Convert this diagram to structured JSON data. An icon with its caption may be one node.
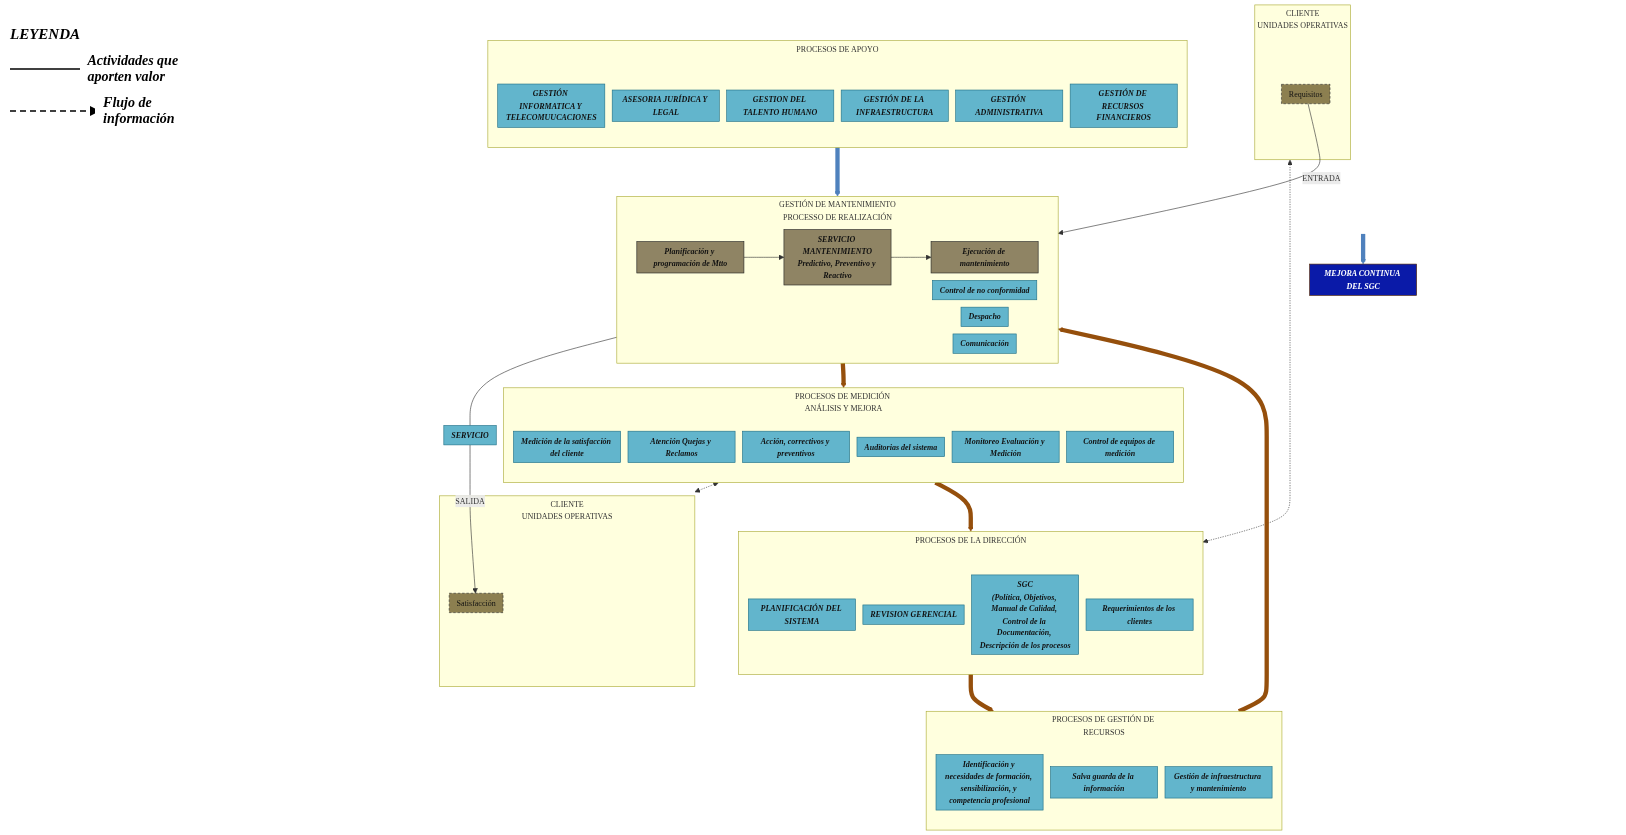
{
  "diagram": {
    "nodes": [
      {
        "text": [
          "CLIENTE",
          "UNIDADES OPERATIVAS"
        ]
      },
      {
        "text": [
          "Requisitos"
        ],
        "in": 0
      },
      {
        "text": [
          "MEJORA CONTINUA DEL SGC"
        ]
      },
      {
        "text": [
          "PROCESOS DE LA DIRECCIÓN"
        ]
      },
      {
        "text": [
          "PLANIFICACIÓN DEL SISTEMA"
        ],
        "in": 3
      },
      {
        "text": [
          "REVISION GERENCIAL"
        ],
        "in": 3
      },
      {
        "text": [
          "SGC",
          "(Política, Objetivos, Manual de Calidad, Control de la Documentación, Descripción de los procesos"
        ],
        "in": 3
      },
      {
        "text": [
          "Requerimientos de los clientes"
        ],
        "in": 3
      },
      {
        "text": [
          "PROCESOS DE GESTIÓN DE RECURSOS"
        ]
      },
      {
        "text": [
          "Identificación y necesidades de formación, sensibilización, y competencia profesional"
        ],
        "in": 8
      },
      {
        "text": [
          "Salva guarda de la información"
        ],
        "in": 8
      },
      {
        "text": [
          "Gestión de infraestructura y mantenimiento"
        ],
        "in": 8
      },
      {
        "text": [
          "PROCESOS DE MEDICIÓN ANÁLISIS Y MEJORA"
        ]
      },
      {
        "text": [
          "Medición de la satisfacción del cliente"
        ],
        "in": 12
      },
      {
        "text": [
          "Atención Quejas y Reclamos"
        ],
        "in": 12
      },
      {
        "text": [
          "Acción, correctivos y preventivos"
        ],
        "in": 12
      },
      {
        "text": [
          "Auditorias del sistema"
        ],
        "in": 12
      },
      {
        "text": [
          "Monitoreo Evaluación y Medición"
        ],
        "in": 12
      },
      {
        "text": [
          "Control de equipos de medición"
        ],
        "in": 12
      },
      {
        "text": [
          "GESTIÓN DE MANTENIMIENTO",
          "PROCESSO DE REALIZACIÓN"
        ]
      },
      {
        "text": [
          "Planificación y programación de Mtto"
        ],
        "in": 19
      },
      {
        "text": [
          "SERVICIO MANTENIMIENTO",
          "Predictivo, Preventivo y Reactivo"
        ],
        "in": 19
      },
      {
        "text": [
          "Ejecución de mantenimiento"
        ],
        "in": 19
      },
      {
        "text": [
          "Control de no conformidad"
        ],
        "in": 19
      },
      {
        "text": [
          "Despacho"
        ],
        "in": 19
      },
      {
        "text": [
          "Comunicación"
        ],
        "in": 19
      },
      {
        "text": [
          "SERVICIO"
        ]
      },
      {
        "text": [
          "PROCESOS DE APOYO"
        ]
      },
      {
        "text": [
          "GESTIÓN INFORMATICA Y TELECOMUUCACIONES"
        ],
        "in": 27
      },
      {
        "text": [
          "ASESORIA JURÍDICA Y LEGAL"
        ],
        "in": 27
      },
      {
        "text": [
          "GESTION DEL TALENTO HUMANO"
        ],
        "in": 27
      },
      {
        "text": [
          "GESTIÓN DE LA INFRAESTRUCTURA"
        ],
        "in": 27
      },
      {
        "text": [
          "GESTIÓN ADMINISTRATIVA"
        ],
        "in": 27
      },
      {
        "text": [
          "GESTIÓN DE RECURSOS FINANCIEROS"
        ],
        "in": 27
      },
      {
        "text": [
          "CLIENTE",
          "UNIDADES OPERATIVAS"
        ]
      },
      {
        "text": [
          "Satisfacción"
        ],
        "in": 34
      }
    ],
    "edges": [
      {
        "from": 0,
        "to": 3,
        "arrow": "both",
        "style": "dashed"
      },
      {
        "from": 12,
        "to": 34,
        "arrow": "both",
        "style": "dashed"
      },
      {
        "from": 1,
        "to": 19,
        "arrow": "to",
        "label": "ENTRADA"
      },
      {
        "from": 20,
        "to": 21,
        "arrow": "to"
      },
      {
        "from": 21,
        "to": 22,
        "arrow": "to"
      },
      {
        "from": 19,
        "to": 26,
        "arrow": "none"
      },
      {
        "from": 26,
        "to": 35,
        "arrow": "to",
        "label": "SALIDA"
      },
      {
        "from": 3,
        "to": 8,
        "arrow": "to",
        "style": "thick",
        "color": "#954f0c"
      },
      {
        "from": 8,
        "to": 19,
        "arrow": "to",
        "style": "thick",
        "color": "#954f0c"
      },
      {
        "from": 19,
        "to": 12,
        "arrow": "to",
        "style": "thick",
        "color": "#954f0c"
      },
      {
        "from": 12,
        "to": 3,
        "arrow": "to",
        "style": "thick",
        "color": "#954f0c"
      },
      {
        "from": 27,
        "to": 19,
        "arrow": "to",
        "style": "thick",
        "color": "#4f81bd"
      },
      {
        "from": null,
        "to": 2,
        "arrow": "to",
        "style": "thick",
        "color": "#4f81bd"
      }
    ],
    "labels": [
      "LEYENDA"
    ],
    "legend": [
      {
        "text": "Actividades que aporten valor"
      },
      {
        "text": "Flujo de información"
      }
    ]
  }
}
